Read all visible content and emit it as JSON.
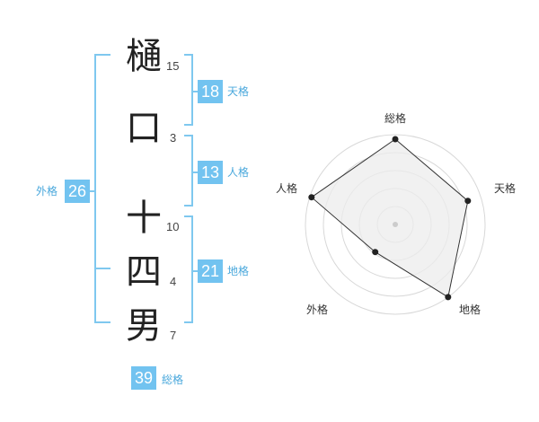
{
  "characters": [
    {
      "char": "樋",
      "strokes": "15"
    },
    {
      "char": "口",
      "strokes": "3"
    },
    {
      "char": "十",
      "strokes": "10"
    },
    {
      "char": "四",
      "strokes": "4"
    },
    {
      "char": "男",
      "strokes": "7"
    }
  ],
  "fortunes": {
    "tenkaku": {
      "value": "18",
      "label": "天格"
    },
    "jinkaku": {
      "value": "13",
      "label": "人格"
    },
    "chikaku": {
      "value": "21",
      "label": "地格"
    },
    "gaikaku": {
      "value": "26",
      "label": "外格"
    },
    "soukaku": {
      "value": "39",
      "label": "総格"
    }
  },
  "radar": {
    "labels": {
      "soukaku": "総格",
      "tenkaku": "天格",
      "chikaku": "地格",
      "gaikaku": "外格",
      "jinkaku": "人格"
    },
    "colors": {
      "ring": "#d8d8d8",
      "fill": "#ececec",
      "line": "#333333",
      "dot": "#222222"
    }
  },
  "chart_data": {
    "type": "radar",
    "axes": [
      "総格",
      "天格",
      "地格",
      "外格",
      "人格"
    ],
    "values": [
      0.95,
      0.85,
      1.0,
      0.38,
      0.98
    ],
    "rings": 5
  }
}
